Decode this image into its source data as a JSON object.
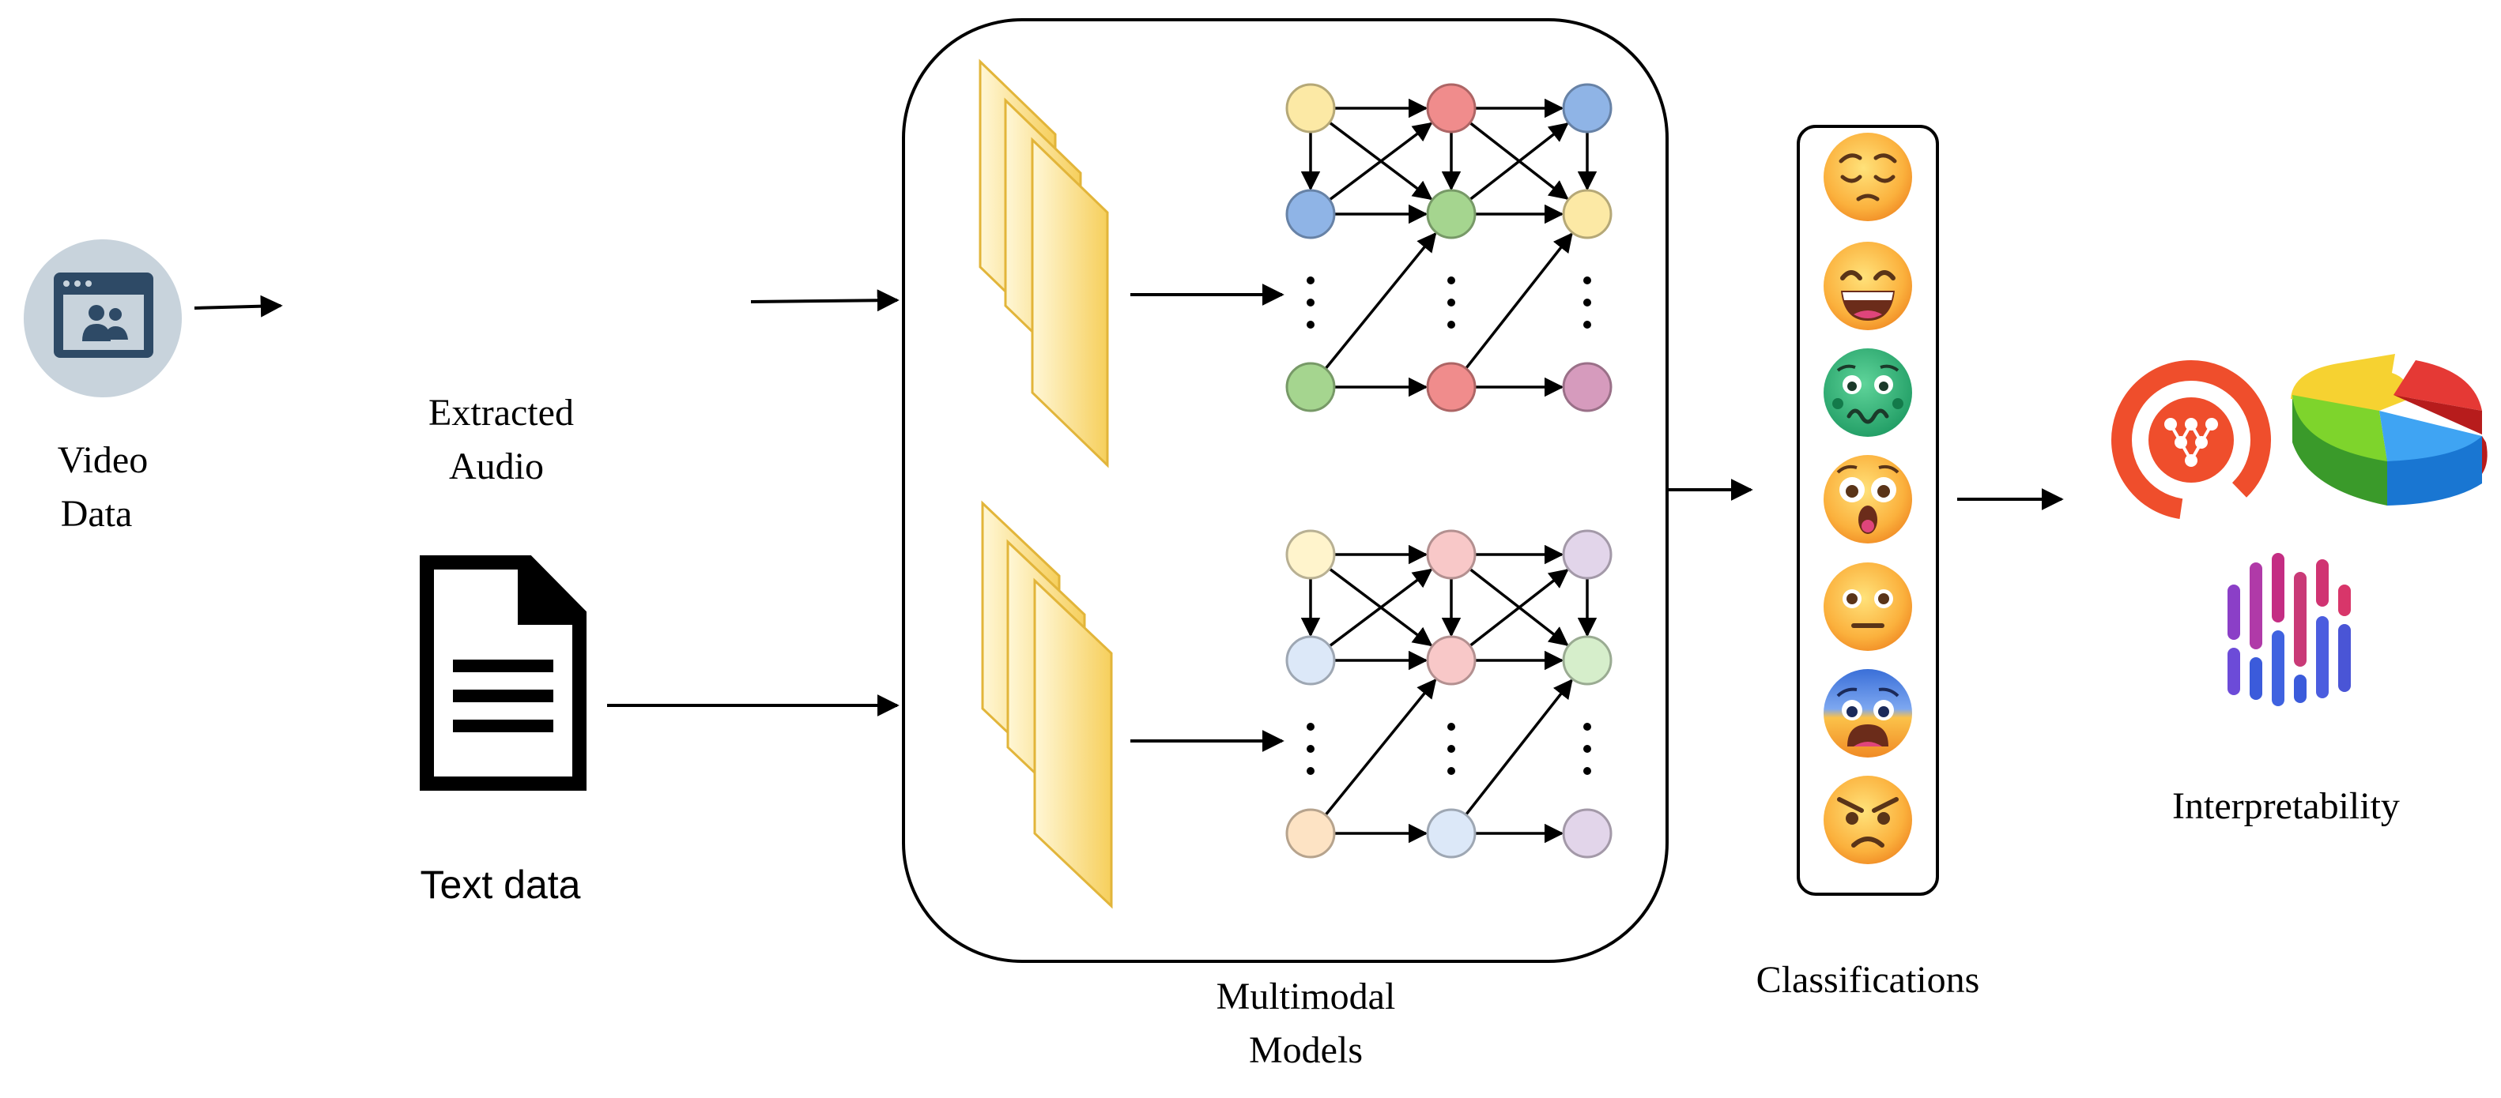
{
  "labels": {
    "video": [
      "Video",
      "Data"
    ],
    "audio": [
      "Extracted",
      "Audio"
    ],
    "text": "Text data",
    "models": [
      "Multimodal",
      "Models"
    ],
    "classifications": "Classifications",
    "interpretability": "Interpretability"
  },
  "colors": {
    "yellow": "#fce9a5",
    "red": "#f08c8c",
    "blue": "#8fb4e6",
    "green": "#a5d58f",
    "purple": "#d69bbd",
    "light_yellow": "#fff4cc",
    "light_red": "#f8c8c8",
    "light_blue": "#dce8f8",
    "light_green": "#d6eecb",
    "light_purple": "#e2d5ea",
    "light_orange": "#fde3c4"
  },
  "networks": {
    "top": {
      "nodes": [
        "yellow",
        "red",
        "blue",
        "blue",
        "green",
        "yellow",
        "green",
        "red",
        "purple"
      ]
    },
    "bottom": {
      "nodes": [
        "light_yellow",
        "light_red",
        "light_purple",
        "light_blue",
        "light_red",
        "light_green",
        "light_orange",
        "light_blue",
        "light_purple"
      ]
    }
  },
  "emojis": [
    "pensive-face",
    "grinning-face",
    "nauseated-face",
    "astonished-face",
    "neutral-face",
    "fearful-face",
    "angry-face"
  ],
  "interpretability_icons": [
    "target-network-icon",
    "3d-pie-chart-icon",
    "waveform-bars-icon"
  ]
}
